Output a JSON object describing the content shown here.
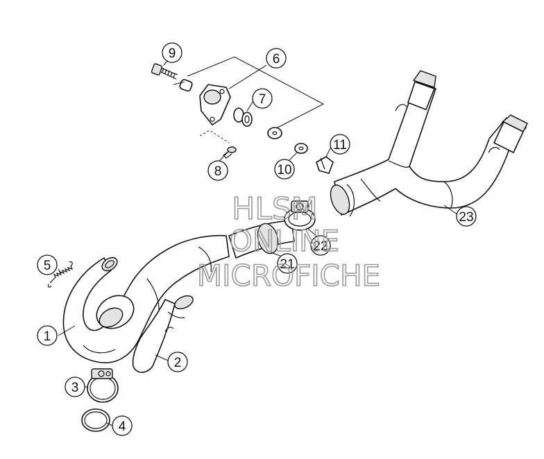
{
  "watermark": {
    "line1": "HLSM",
    "line2": "ONLINE",
    "line3": "MICROFICHE",
    "color": "#9a9a9a"
  },
  "callouts": [
    {
      "id": "c1",
      "label": "1"
    },
    {
      "id": "c2",
      "label": "2"
    },
    {
      "id": "c3",
      "label": "3"
    },
    {
      "id": "c4",
      "label": "4"
    },
    {
      "id": "c5",
      "label": "5"
    },
    {
      "id": "c6",
      "label": "6"
    },
    {
      "id": "c7",
      "label": "7"
    },
    {
      "id": "c8",
      "label": "8"
    },
    {
      "id": "c9",
      "label": "9"
    },
    {
      "id": "c10",
      "label": "10"
    },
    {
      "id": "c11",
      "label": "11"
    },
    {
      "id": "c21",
      "label": "21"
    },
    {
      "id": "c22",
      "label": "22"
    },
    {
      "id": "c23",
      "label": "23"
    }
  ],
  "colors": {
    "line": "#111111",
    "shade": "#e3e3e3",
    "background": "#ffffff"
  }
}
